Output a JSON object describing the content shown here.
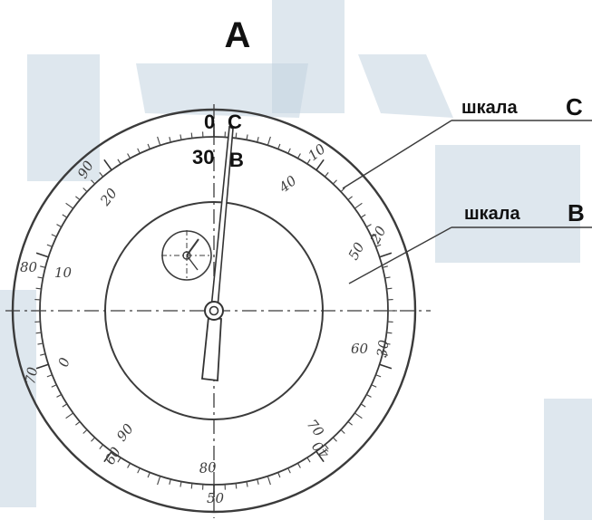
{
  "title": "A",
  "callouts": {
    "scale_c": {
      "word": "шкала",
      "letter": "C"
    },
    "scale_b": {
      "word": "шкала",
      "letter": "B"
    }
  },
  "top_markers": {
    "c_value": "0",
    "c_letter": "C",
    "b_value": "30",
    "b_letter": "B"
  },
  "outer_scale_labels": [
    "10",
    "20",
    "30",
    "40",
    "50",
    "60",
    "70",
    "80",
    "90"
  ],
  "inner_scale_labels": [
    "40",
    "50",
    "60",
    "70",
    "80",
    "90",
    "0",
    "10",
    "20"
  ],
  "colors": {
    "ink": "#3b3b3b",
    "band": "#c3d3e0",
    "text": "#111111"
  }
}
